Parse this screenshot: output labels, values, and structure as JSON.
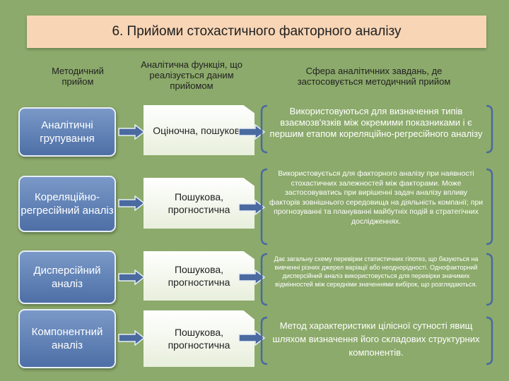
{
  "title": "6. Прийоми стохастичного факторного аналізу",
  "headers": {
    "method": "Методичний прийом",
    "function": "Аналітична функція, що реалізується даним прийомом",
    "scope": "Сфера аналітичних завдань, де застосовується  методичний прийом"
  },
  "rows": [
    {
      "method": "Аналітичні групування",
      "function": "Оціночна, пошукова",
      "scope": "Використовуються для визначення типів взаємозв'язків між окремими показниками і є першим етапом кореляційно-регресійного аналізу"
    },
    {
      "method": "Кореляційно-регресійний аналіз",
      "function": "Пошукова, прогностична",
      "scope": "Використовується для факторного аналізу при наявності стохастичних залежностей між факторами. Може застосовуватись при вирішенні задач аналізу впливу факторів зовнішнього середовища на діяльність компанії; при прогнозуванні та плануванні майбутніх подій в стратегічних дослідженнях."
    },
    {
      "method": "Дисперсійний аналіз",
      "function": "Пошукова, прогностична",
      "scope": "Дає загальну схему перевірки статистичних гіпотез, що базуються на вивченні різних джерел варіації або неоднорідності. Однофакторний дисперсійний аналіз використовується для перевірки значимих відмінностей між середніми значеннями вибірок, що розглядаються."
    },
    {
      "method": "Компонентний аналіз",
      "function": "Пошукова, прогностична",
      "scope": "Метод характеристики цілісної сутності явищ шляхом визначення його складових структурних компонентів."
    }
  ],
  "colors": {
    "background": "#8caa6b",
    "title_box": "#f7d5b5",
    "method_box": "#5b7db4",
    "arrow": "#4a6aa0"
  }
}
